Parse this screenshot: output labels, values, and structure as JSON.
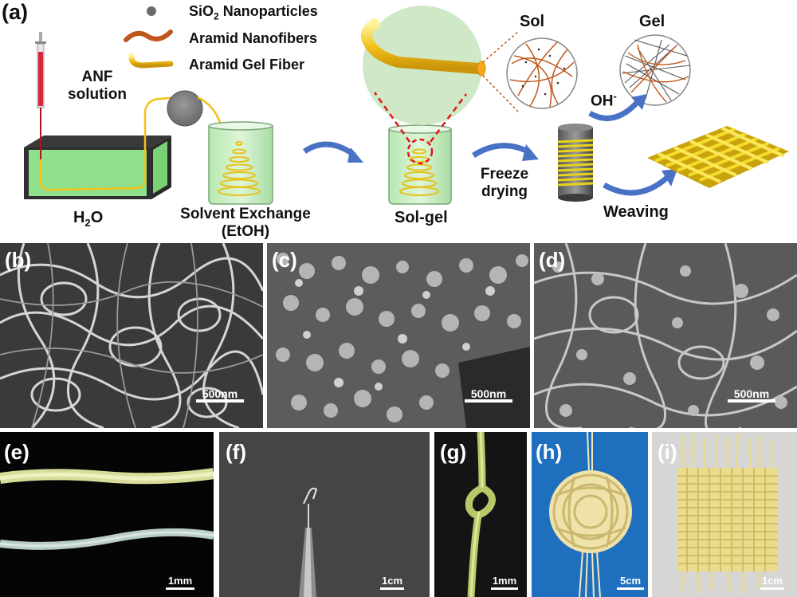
{
  "panels": {
    "a": "(a)",
    "b": "(b)",
    "c": "(c)",
    "d": "(d)",
    "e": "(e)",
    "f": "(f)",
    "g": "(g)",
    "h": "(h)",
    "i": "(i)"
  },
  "legend": {
    "sio2_prefix": "SiO",
    "sio2_sub": "2",
    "sio2_suffix": " Nanoparticles",
    "aramid_nanofibers": "Aramid Nanofibers",
    "aramid_gel_fiber": "Aramid Gel Fiber"
  },
  "schematic": {
    "anf_line1": "ANF",
    "anf_line2": "solution",
    "h2o_h": "H",
    "h2o_sub": "2",
    "h2o_o": "O",
    "solvent_line1": "Solvent Exchange",
    "solvent_line2": "(EtOH)",
    "solgel": "Sol-gel",
    "freeze_line1": "Freeze",
    "freeze_line2": "drying",
    "weaving": "Weaving",
    "sol": "Sol",
    "gel": "Gel",
    "oh": "OH",
    "oh_sup": "-"
  },
  "scalebars": {
    "b": "500nm",
    "c": "500nm",
    "d": "500nm",
    "e": "1mm",
    "f": "1cm",
    "g": "1mm",
    "h": "5cm",
    "i": "1cm"
  },
  "colors": {
    "gel_fiber_yellow": "#f2c21a",
    "nanofiber_orange": "#c0561c",
    "water_green": "#8fe08a",
    "arrow_blue": "#4a72c4",
    "dashed_red": "#e01818",
    "bubble_green": "#cfe8c8",
    "blue_background": "#1f6fbf"
  }
}
